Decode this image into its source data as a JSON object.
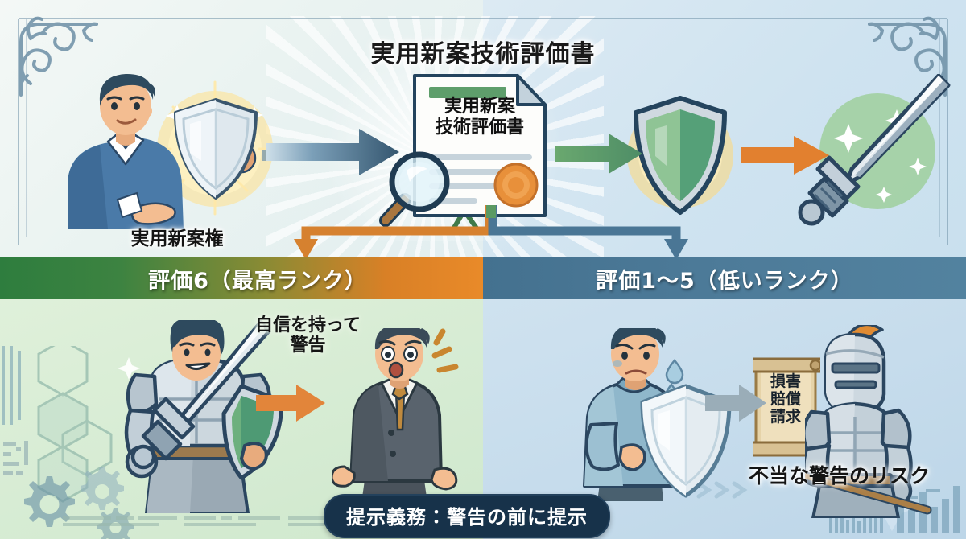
{
  "title": "実用新案技術評価書",
  "labels": {
    "utility_model_right": "実用新案権",
    "document_line1": "実用新案",
    "document_line2": "技術評価書",
    "confident_warning_line1": "自信を持って",
    "confident_warning_line2": "警告",
    "duty_pill": "提示義務：警告の前に提示",
    "unfair_warning_risk": "不当な警告のリスク",
    "scroll_line1": "損害",
    "scroll_line2": "賠償",
    "scroll_line3": "請求"
  },
  "banners": {
    "left": "評価6（最高ランク）",
    "right": "評価1〜5（低いランク）"
  },
  "icons": {
    "person_holder": "person-with-shield-icon",
    "document": "evaluation-document-icon",
    "magnifier": "magnifying-glass-icon",
    "seal": "official-seal-icon",
    "green_shield": "green-shield-icon",
    "sword": "sword-icon",
    "knight_confident": "confident-knight-icon",
    "businessman_shocked": "shocked-businessman-icon",
    "worried_man": "worried-man-with-shield-icon",
    "armored_knight": "armored-knight-icon",
    "scroll": "damage-claim-scroll-icon",
    "arrow_dark": "dark-blue-arrow-icon",
    "arrow_green": "green-arrow-icon",
    "arrow_orange": "orange-arrow-icon",
    "arrow_gray": "gray-arrow-icon",
    "corner_flourish": "corner-flourish-ornament",
    "gears": "gear-decoration-icon",
    "hexagons": "hexagon-pattern-decoration"
  },
  "colors": {
    "banner_left_start": "#2e7d3e",
    "banner_left_end": "#e98a29",
    "banner_right": "#4d7b99",
    "pill_bg": "#17324a",
    "arrow_orange": "#e2802f",
    "arrow_blue": "#4a7695",
    "glow_yellow": "#ffd24a",
    "bg_top_left": "#eaf3f1",
    "bg_top_right": "#cfe3f0",
    "bg_bottom_left": "#d7ecd4",
    "bg_bottom_right": "#c6dcec"
  }
}
